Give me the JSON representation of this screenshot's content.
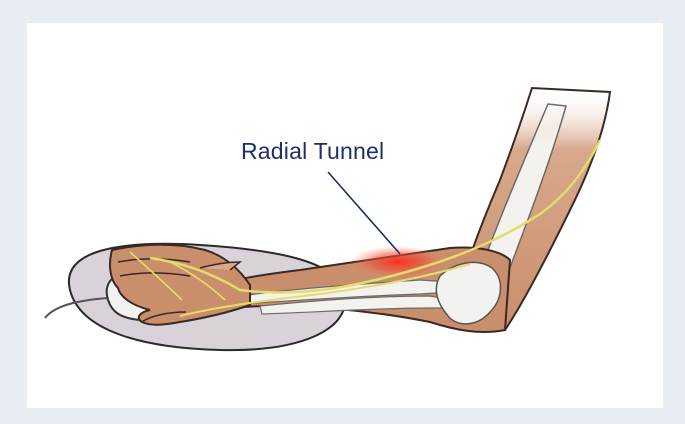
{
  "figure": {
    "callout_label": "Radial Tunnel",
    "colors": {
      "background": "#e8ecf3",
      "panel": "#ffffff",
      "label_text": "#1f2f66",
      "skin": "#c98e6c",
      "skin_shadow": "#a86c4e",
      "bone": "#f4f2ee",
      "nerve": "#e3dc6a",
      "inflammation": "#e8322b",
      "mousepad": "#d9d3d9",
      "mouse": "#f2f2f2"
    },
    "icons": [
      "arm-illustration",
      "mouse-icon",
      "mousepad-icon",
      "nerve-path",
      "inflammation-spot"
    ]
  }
}
